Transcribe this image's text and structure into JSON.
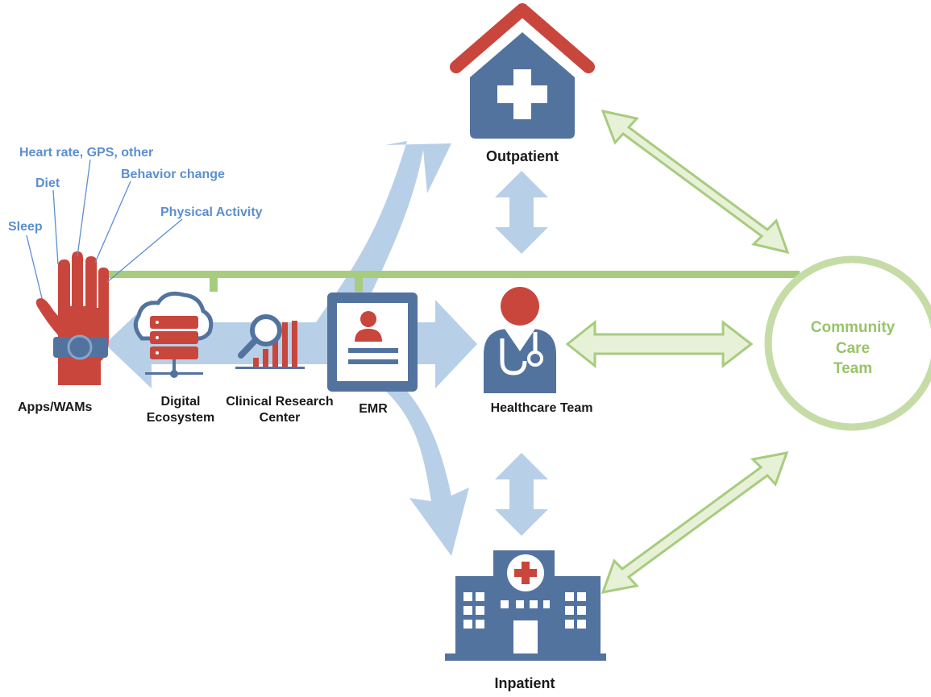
{
  "annotations": {
    "heart_rate": "Heart rate, GPS, other",
    "diet": "Diet",
    "behavior": "Behavior change",
    "sleep": "Sleep",
    "physical": "Physical Activity"
  },
  "nodes": {
    "apps": "Apps/WAMs",
    "digital_line1": "Digital",
    "digital_line2": "Ecosystem",
    "clinical_line1": "Clinical Research",
    "clinical_line2": "Center",
    "emr": "EMR",
    "healthcare": "Healthcare Team",
    "outpatient": "Outpatient",
    "inpatient": "Inpatient",
    "community_line1": "Community",
    "community_line2": "Care",
    "community_line3": "Team"
  },
  "colors": {
    "red": "#c9463d",
    "navy": "#53739f",
    "light_blue": "#b8cfe8",
    "green": "#a7cc7e",
    "green_fill": "#e7f1d8",
    "annotation_blue": "#5b8fd0"
  },
  "icons": [
    "house-plus-icon",
    "hospital-building-icon",
    "hand-wearable-icon",
    "cloud-server-icon",
    "magnifier-chart-icon",
    "emr-id-card-icon",
    "doctor-stethoscope-icon"
  ]
}
